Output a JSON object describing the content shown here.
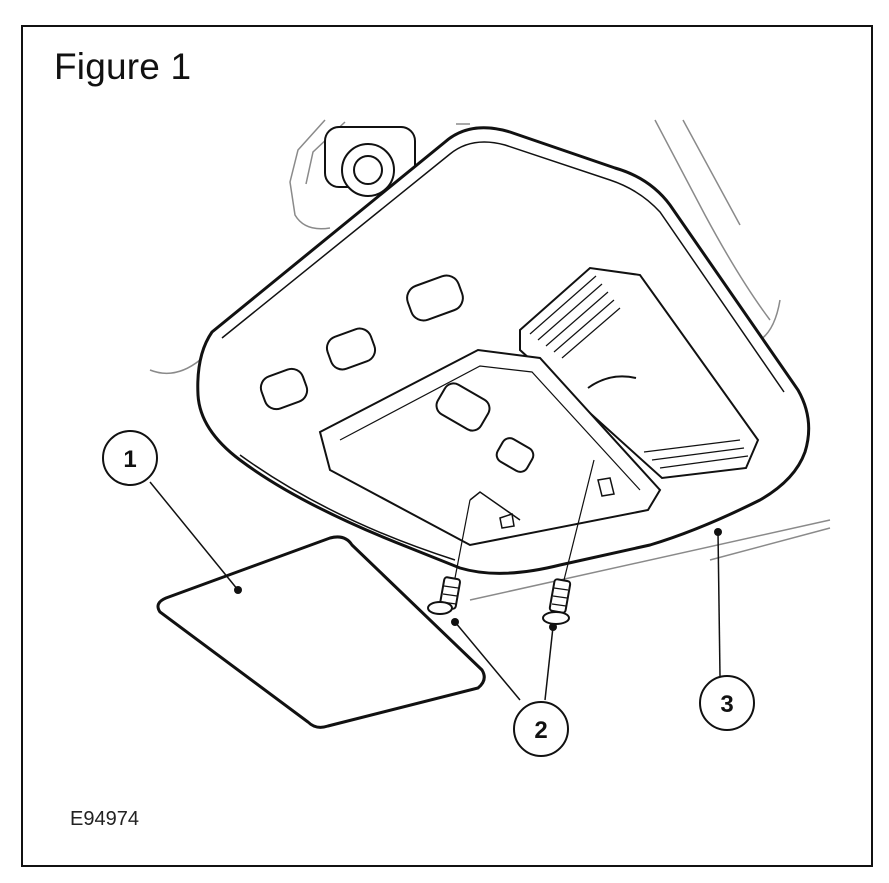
{
  "figure": {
    "title": "Figure 1",
    "code": "E94974"
  },
  "callouts": [
    {
      "number": "1",
      "part": "trim-panel"
    },
    {
      "number": "2",
      "part": "screws"
    },
    {
      "number": "3",
      "part": "console-assembly"
    }
  ],
  "colors": {
    "line": "#111111",
    "faint": "#8a8a8a",
    "background": "#ffffff"
  }
}
